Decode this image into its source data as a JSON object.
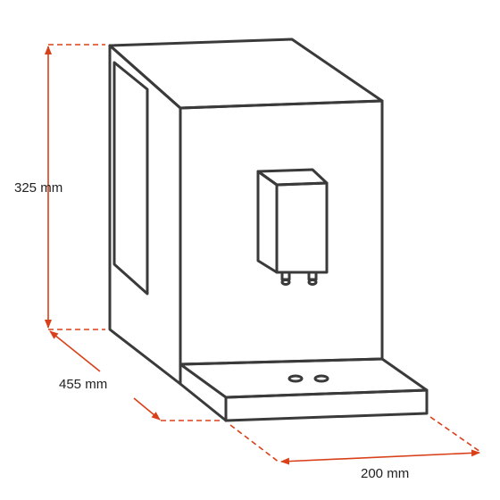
{
  "dimensions": {
    "height": "325 mm",
    "depth": "455 mm",
    "width": "200 mm"
  },
  "colors": {
    "outline": "#3a3a3a",
    "dimension": "#d9401a",
    "background": "#ffffff"
  }
}
